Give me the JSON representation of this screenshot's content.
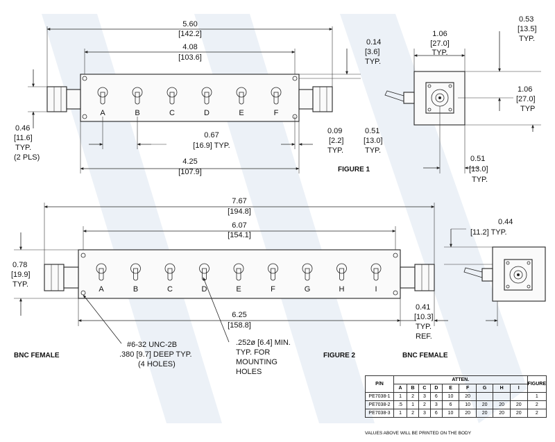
{
  "figure1": {
    "label": "FIGURE 1",
    "switch_letters": [
      "A",
      "B",
      "C",
      "D",
      "E",
      "F"
    ],
    "dims": {
      "overall_length": [
        "5.60",
        "[142.2]"
      ],
      "hole_spacing": [
        "4.08",
        "[103.6]"
      ],
      "flange_offset": [
        "0.14",
        "[3.6]",
        "TYP."
      ],
      "side_width": [
        "1.06",
        "[27.0]",
        "TYP."
      ],
      "side_top": [
        "0.53",
        "[13.5]",
        "TYP."
      ],
      "side_height": [
        "1.06",
        "[27.0]",
        "TYP"
      ],
      "height": [
        "0.46",
        "[11.6]",
        "TYP.",
        "(2 PLS)"
      ],
      "switch_pitch": [
        "0.67",
        "[16.9] TYP."
      ],
      "body_length": [
        "4.25",
        "[107.9]"
      ],
      "edge_offset": [
        "0.09",
        "[2.2]",
        "TYP."
      ],
      "connector_offset": [
        "0.51",
        "[13.0]",
        "TYP."
      ],
      "side_center": [
        "0.51",
        "[13.0]",
        "TYP."
      ]
    }
  },
  "figure2": {
    "label": "FIGURE 2",
    "switch_letters": [
      "A",
      "B",
      "C",
      "D",
      "E",
      "F",
      "G",
      "H",
      "I"
    ],
    "dims": {
      "overall_length": [
        "7.67",
        "[194.8]"
      ],
      "hole_spacing": [
        "6.07",
        "[154.1]"
      ],
      "side_top": [
        "0.44",
        "[11.2] TYP."
      ],
      "height": [
        "0.78",
        "[19.9]",
        "TYP."
      ],
      "body_length": [
        "6.25",
        "[158.8]"
      ],
      "ref_offset": [
        "0.41",
        "[10.3]",
        "TYP.",
        "REF."
      ]
    },
    "notes": {
      "thread": [
        "#6-32 UNC-2B",
        ".380 [9.7] DEEP TYP.",
        "(4 HOLES)"
      ],
      "mounting": [
        ".252ø [6.4] MIN.",
        "TYP. FOR",
        "MOUNTING",
        "HOLES"
      ]
    },
    "connector_left": "BNC FEMALE",
    "connector_right": "BNC FEMALE"
  },
  "table": {
    "col_pn": "P/N",
    "col_atten": "ATTEN.",
    "col_figure": "FIGURE",
    "letters": [
      "A",
      "B",
      "C",
      "D",
      "E",
      "F",
      "G",
      "H",
      "I"
    ],
    "rows": [
      {
        "pn": "PE7038-1",
        "values": [
          "1",
          "2",
          "3",
          "6",
          "10",
          "20",
          "",
          "",
          ""
        ],
        "figure": "1"
      },
      {
        "pn": "PE7038-2",
        "values": [
          ".5",
          "1",
          "2",
          "3",
          "6",
          "10",
          "20",
          "20",
          "20"
        ],
        "figure": "2"
      },
      {
        "pn": "PE7038-3",
        "values": [
          "1",
          "2",
          "3",
          "6",
          "10",
          "20",
          "20",
          "20",
          "20"
        ],
        "figure": "2"
      }
    ],
    "note": "VALUES ABOVE WILL BE PRINTED ON THE BODY"
  }
}
